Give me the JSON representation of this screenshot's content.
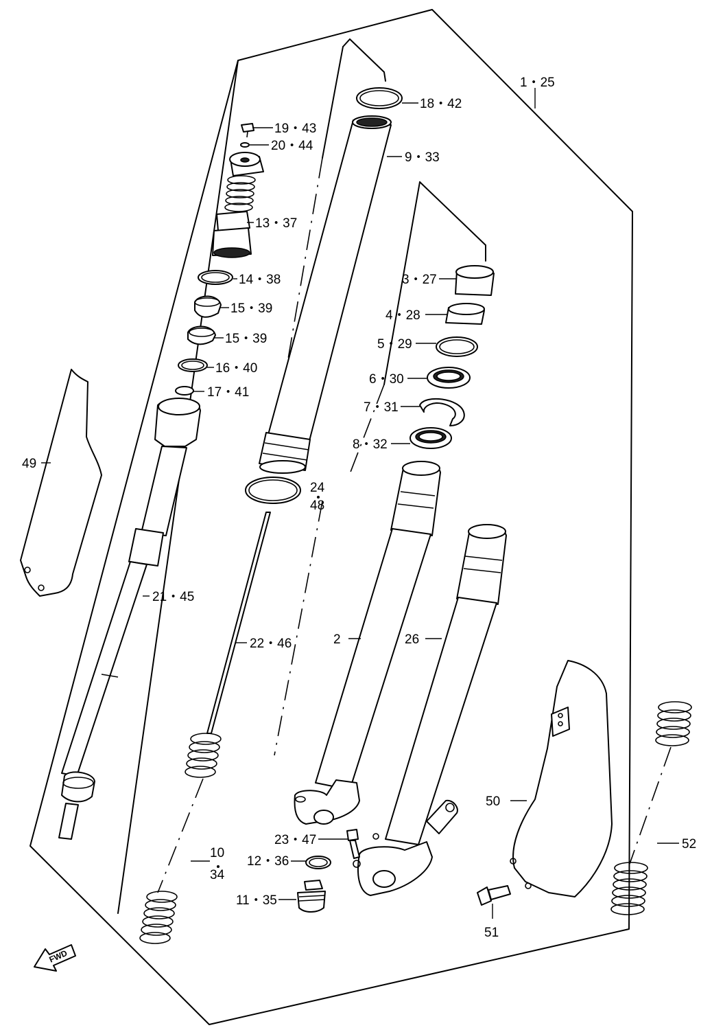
{
  "diagram": {
    "type": "exploded parts diagram",
    "fwd_label": "FWD",
    "callouts": {
      "c1_25": "1・25",
      "c18_42": "18・42",
      "c19_43": "19・43",
      "c20_44": "20・44",
      "c9_33": "9・33",
      "c13_37": "13・37",
      "c3_27": "3・27",
      "c14_38": "14・38",
      "c4_28": "4・28",
      "c15_39a": "15・39",
      "c5_29": "5・29",
      "c15_39b": "15・39",
      "c16_40": "16・40",
      "c6_30": "6・30",
      "c17_41": "17・41",
      "c7_31": "7・31",
      "c8_32": "8・32",
      "c49": "49",
      "c24": "24",
      "c48": "48",
      "c21_45": "21・45",
      "c22_46": "22・46",
      "c2": "2",
      "c26": "26",
      "c50": "50",
      "c23_47": "23・47",
      "c10": "10",
      "c34": "34",
      "c12_36": "12・36",
      "c52": "52",
      "c11_35": "11・35",
      "c51": "51"
    }
  }
}
